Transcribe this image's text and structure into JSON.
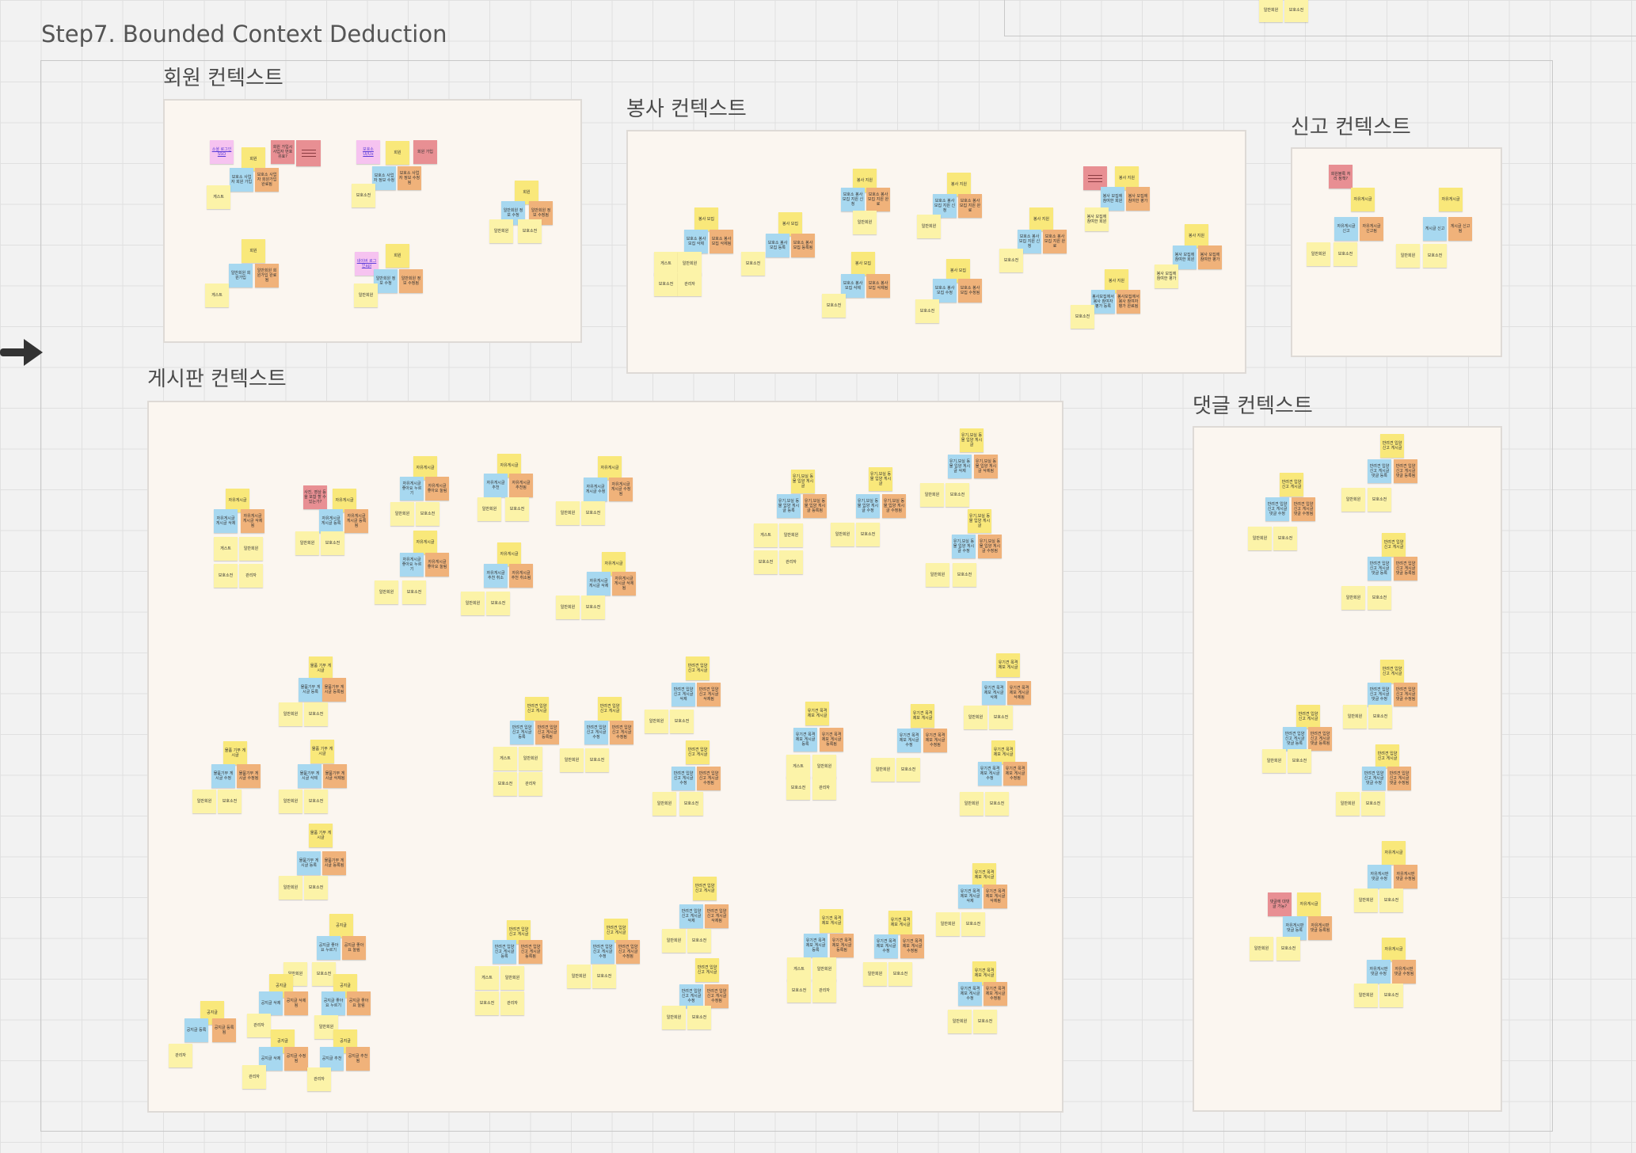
{
  "step_title": "Step7. Bounded Context Deduction",
  "contexts": {
    "member": "회원 컨텍스트",
    "volunteer": "봉사 컨텍스트",
    "report": "신고 컨텍스트",
    "board": "게시판 컨텍스트",
    "comment": "댓글 컨텍스트"
  },
  "notes": {
    "member_flow": "회원",
    "member_login": "회원 로그인",
    "member_join": "회원 가입",
    "member_join_ok": "회원가입 완료됨",
    "member_join_policy": "회원 가입시 사업자 번호 유효?",
    "biz_member": "보호소 사업자 회원 가입",
    "biz_member_done": "보호소 사업자 회원가입 완료됨",
    "biz_info_edit": "보호소 사업자 정보 수정",
    "biz_info_edited": "보호소 사업자 정보 수정됨",
    "general_member_join": "일반회원 회원가입",
    "general_member_done": "일반회원 회원가입 완료됨",
    "general_info_edit": "일반회원 정보 수정",
    "general_info_edited": "일반회원 정보 수정됨",
    "naver_login": "네이버 로그인api",
    "ui_mockup": "보호소 Ui/Ux",
    "sso": "소셜 로그인 SSO",
    "guest": "게스트",
    "general": "일반회원",
    "shelter": "보호소",
    "shelter_staff": "보호소전",
    "admin": "관리자",
    "vol_post": "봉사 모집",
    "vol_apply": "봉사 지원",
    "vol_post_write": "보호소 봉사모집 작성",
    "vol_post_written": "보호소 봉사모집 작성 됨",
    "vol_post_edit": "보호소 봉사모집 수정",
    "vol_post_edited": "보호소 봉사모집 수정됨",
    "vol_post_delete": "보호소 봉사모집 삭제",
    "vol_post_deleted": "보호소 봉사모집 삭제됨",
    "vol_apply_req": "보호소 봉사모집 지원 신청",
    "vol_apply_done": "보호소 봉사모집 지원 완료",
    "vol_reg": "보호소 봉사모집 등록",
    "vol_reg_done": "보호소 봉사모집 등록됨",
    "vol_eval": "봉사 모집에 참여한 회원",
    "vol_review": "봉사 모집에 참여한 평가",
    "vol_review_req": "봉사모집에서 봉사 참여자 평가 등록",
    "vol_review_done": "봉사모집에서 봉사 참여자 평가 완료됨",
    "report_policy": "회원블록 처리 정책?",
    "report_post": "게시글 신고",
    "report_post_done": "게시글 신고됨",
    "report_free": "자유게시글 신고",
    "report_free_done": "자유게시글 신고됨",
    "free_post": "자유게시글",
    "free_write": "자유게시글 게시글 등록",
    "free_written": "자유게시글 게시글 등록됨",
    "free_edit": "자유게시글 게시글 수정",
    "free_edited": "자유게시글 게시글 수정됨",
    "free_delete": "자유게시글 게시글 삭제",
    "free_deleted": "자유게시글 게시글 삭제됨",
    "free_like": "자유게시글 좋아요 누르기",
    "free_liked": "자유게시글 좋아요 눌림",
    "free_recommend": "자유게시글 추천",
    "free_recommended": "자유게시글 추천됨",
    "free_unrecommend": "자유게시글 추천 취소",
    "free_unrecommended": "자유게시글 추천 취소됨",
    "free_policy": "사진, 영상 등을 포함 할 수 있는가?",
    "goods_post": "물품 기부 게시글",
    "goods_write": "물품기부 게시글 등록",
    "goods_written": "물품기부 게시글 등록됨",
    "goods_edit": "물품기부 게시글 수정",
    "goods_edited": "물품기부 게시글 수정됨",
    "goods_delete": "물품기부 게시글 삭제",
    "goods_deleted": "물품기부 게시글 삭제됨",
    "adopt_post": "반려견 입양신고 게시글",
    "adopt_write": "반려견 입양신고 게시글 등록",
    "adopt_written": "반려견 입양신고 게시글 등록됨",
    "adopt_edit": "반려견 입양신고 게시글 수정",
    "adopt_edited": "반려견 입양신고 게시글 수정됨",
    "adopt_delete": "반려견 입양신고 게시글 삭제",
    "adopt_deleted": "반려견 입양신고 게시글 삭제됨",
    "lost_post": "유기견 목격제보 게시글",
    "lost_write": "유기견 목격제보 게시글 등록",
    "lost_written": "유기견 목격제보 게시글 등록됨",
    "lost_edit": "유기견 목격제보 게시글 수정",
    "lost_edited": "유기견 목격제보 게시글 수정됨",
    "lost_delete": "유기견 목격제보 게시글 삭제",
    "lost_deleted": "유기견 목격제보 게시글 삭제됨",
    "shelter_post": "유기,보실 동물 입양 게시글",
    "shelter_write": "유기,보실 동물 입양 게시글 등록",
    "shelter_written": "유기,보실 동물 입양 게시글 등록됨",
    "shelter_edit": "유기,보실 동물 입양 게시글 수정",
    "shelter_edited": "유기,보실 동물 입양 게시글 수정됨",
    "shelter_delete": "유기,보실 동물 입양 게시글 삭제",
    "shelter_deleted": "유기,보실 동물 입양 게시글 삭제됨",
    "notice": "공지글",
    "notice_write": "공지글 등록",
    "notice_written": "공지글 등록됨",
    "notice_edit": "공지글 수정",
    "notice_edited": "공지글 수정됨",
    "notice_delete": "공지글 삭제",
    "notice_deleted": "공지글 삭제됨",
    "notice_like": "공지글 좋아요 누르기",
    "notice_liked": "공지글 좋아요 눌림",
    "notice_recommend": "공지글 추천",
    "notice_recommended": "공지글 추천됨",
    "comment_write": "자유게시판 댓글 등록",
    "comment_written": "자유게시판 댓글 등록됨",
    "comment_edit": "자유게시판 댓글 수정",
    "comment_edited": "자유게시판 댓글 수정됨",
    "comment_adopt_write": "반려견 입양신고 게시글 댓글 등록",
    "comment_adopt_written": "반려견 입양신고 게시글 댓글 등록됨",
    "comment_adopt_edit": "반려견 입양신고 게시글 댓글 수정",
    "comment_adopt_edited": "반려견 입양신고 게시글 댓글 수정됨",
    "comment_policy": "댓글에 대댓글 가능?"
  },
  "colors": {
    "event": "#f0b27a",
    "command": "#a7d8f0",
    "aggregate": "#f9e87a",
    "actor": "#fcf3a8",
    "policy": "#e88f93",
    "ui": "#f6c3f0"
  }
}
